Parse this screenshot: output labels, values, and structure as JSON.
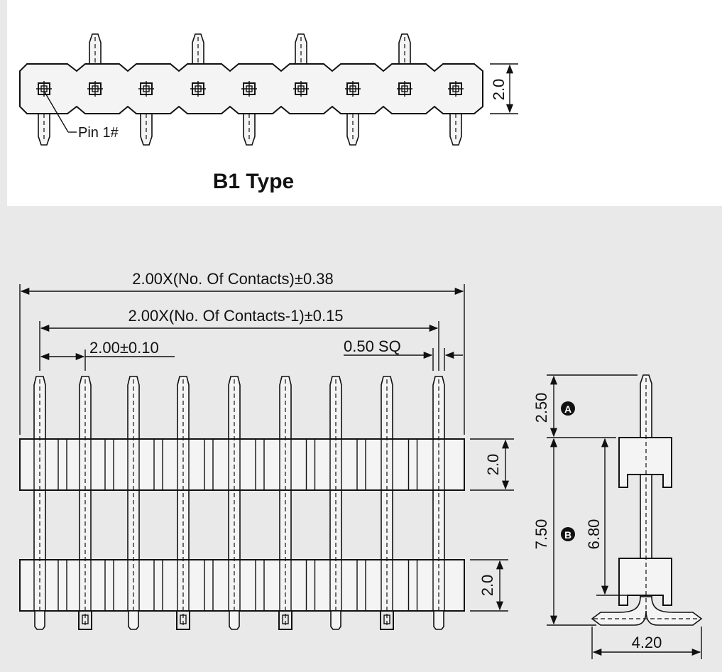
{
  "top_view": {
    "title": "B1 Type",
    "pin1_label": "Pin 1#",
    "height_dim": "2.0"
  },
  "front_view": {
    "overall_length": "2.00X(No. Of Contacts)±0.38",
    "pitch_span": "2.00X(No. Of Contacts-1)±0.15",
    "pitch": "2.00±0.10",
    "pin_size": "0.50 SQ",
    "upper_body_height": "2.0",
    "lower_body_height": "2.0"
  },
  "side_view": {
    "tail_length": "2.50",
    "marker_a": "A",
    "total_length": "7.50",
    "marker_b": "B",
    "spacer_gap": "6.80",
    "foot_width": "4.20"
  },
  "colors": {
    "background": "#e9e9e9",
    "line": "#111111"
  }
}
